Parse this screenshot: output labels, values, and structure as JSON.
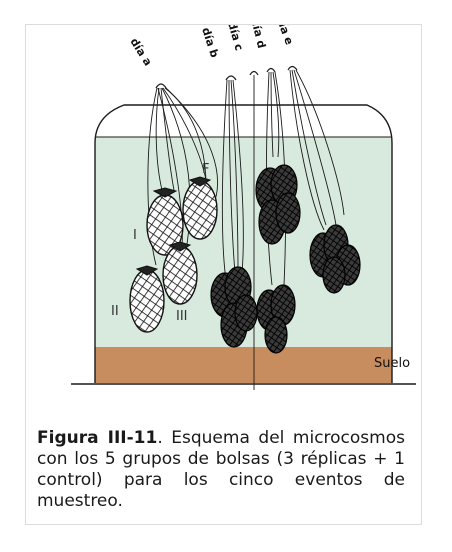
{
  "diagram": {
    "day_labels": [
      "día a",
      "día b",
      "día c",
      "día d",
      "día e"
    ],
    "bag_labels": [
      "F",
      "I",
      "II",
      "III"
    ],
    "soil_label": "Suelo"
  },
  "caption": {
    "figure_label": "Figura III-11",
    "separator": ".",
    "text": " Esquema del microcosmos con los 5 grupos de bolsas (3 réplicas + 1 control) para los cinco eventos de muestreo."
  },
  "colors": {
    "water": "#d8e9dd",
    "soil": "#c88d5f",
    "outline": "#1b1b1b"
  }
}
